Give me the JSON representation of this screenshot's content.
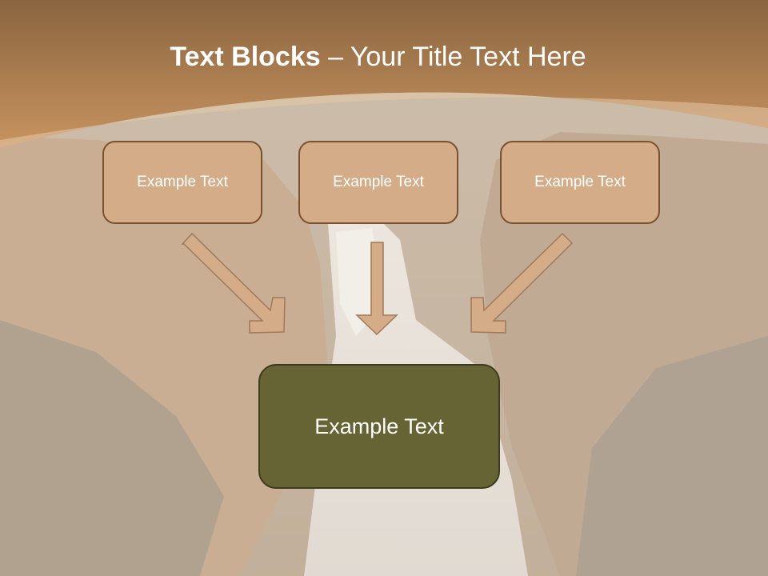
{
  "slide": {
    "title_bold": "Text Blocks",
    "title_dash": " – ",
    "title_rest": "Your Title Text Here"
  },
  "boxes": {
    "box1": "Example Text",
    "box2": "Example Text",
    "box3": "Example Text",
    "main": "Example Text"
  },
  "colors": {
    "header_top": "#8a6540",
    "header_bottom": "#c8935f",
    "small_box_fill": "#d4ad88",
    "small_box_border": "#7b5230",
    "main_box_fill": "#666435",
    "arrow_fill": "#d4ad88"
  }
}
